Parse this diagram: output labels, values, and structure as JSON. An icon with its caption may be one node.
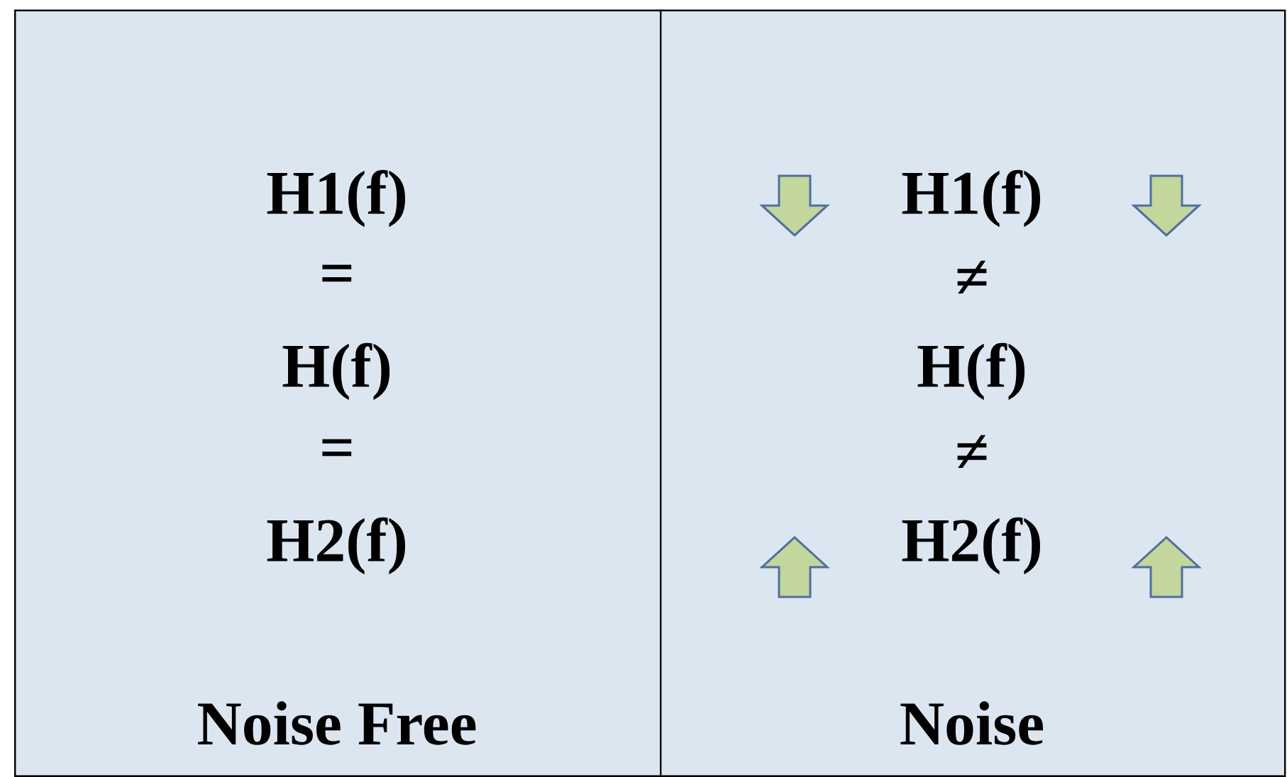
{
  "diagram": {
    "nodes": [
      {
        "text": [
          "H1(f)",
          "=",
          "H(f)",
          "=",
          "H2(f)",
          "Noise Free"
        ]
      },
      {
        "text": [
          "H1(f)",
          "≠",
          "H(f)",
          "≠",
          "H2(f)",
          "Noise"
        ]
      }
    ]
  }
}
